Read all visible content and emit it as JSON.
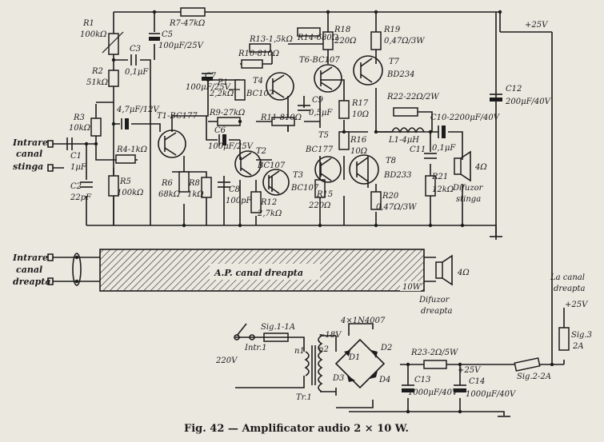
{
  "caption": "Fig. 42 — Amplificator audio 2 × 10 W.",
  "labels": {
    "r1": "R1",
    "r1v": "100kΩ",
    "r7": "R7-47kΩ",
    "c5": "C5",
    "c5v": "100μF/25V",
    "c3": "C3",
    "c3v": "0,1μF",
    "r2": "R2",
    "r2v": "51kΩ",
    "c4": "4,7μF/12V",
    "r3": "R3",
    "r3v": "10kΩ",
    "c1": "C1",
    "c1v": "1μF",
    "c2": "C2",
    "c2v": "22pF",
    "r4": "R4-1kΩ",
    "r5": "R5",
    "r5v": "100kΩ",
    "t1": "T1-BC177",
    "r6": "R6",
    "r6v": "68kΩ",
    "r8": "R8",
    "r8v": "1kΩ",
    "c6": "C6",
    "c6v": "100μF/25V",
    "c7": "C7",
    "c7v": "100μF/25V",
    "c8": "C8",
    "c8v": "100pF",
    "p1": "P1",
    "p1v": "2,2kΩ",
    "r9": "R9-27kΩ",
    "r10": "R10-810Ω",
    "r11": "R11-810Ω",
    "r12": "R12",
    "r12v": "2,7kΩ",
    "r13": "R13-1,5kΩ",
    "r14": "R14-680Ω",
    "t2": "T2",
    "t2t": "BC107",
    "t3": "T3",
    "t3t": "BC107",
    "t4": "T4",
    "t4t": "BC107",
    "c9": "C9",
    "c9v": "0,5μF",
    "t6": "T6-BC107",
    "r18": "R18",
    "r18v": "220Ω",
    "r19": "R19",
    "r19v": "0,47Ω/3W",
    "t7": "T7",
    "t7t": "BD234",
    "r17": "R17",
    "r17v": "10Ω",
    "t5": "T5",
    "t5t": "BC177",
    "r16": "R16",
    "r16v": "10Ω",
    "r15": "R15",
    "r15v": "220Ω",
    "t8": "T8",
    "t8t": "BD233",
    "r20": "R20",
    "r20v": "0,47Ω/3W",
    "r22": "R22-22Ω/2W",
    "c10": "C10-2200μF/40V",
    "l1": "L1-4μH",
    "c11": "C11",
    "c11v": "0,1μF",
    "r21": "R21",
    "r21v": "12kΩ",
    "spk_l": "4Ω",
    "spk_l_name1": "Difuzor",
    "spk_l_name2": "stinga",
    "c12": "C12",
    "c12v": "200μF/40V",
    "vplus_top": "+25V",
    "in_l1": "Intrare",
    "in_l2": "canal",
    "in_l3": "stinga",
    "in_r1": "Intrare",
    "in_r2": "canal",
    "in_r3": "dreapta",
    "ap_box": "A.P. canal dreapta",
    "ap_power": "10W",
    "spk_r": "4Ω",
    "spk_r_name1": "Difuzor",
    "spk_r_name2": "dreapta",
    "to_r1": "La canal",
    "to_r2": "dreapta",
    "vplus_right": "+25V",
    "sig3": "Sig.3",
    "sig3v": "2A",
    "sig1": "Sig.1-1A",
    "intr": "Intr.1",
    "mains": "220V",
    "n1": "n1",
    "n2": "n2",
    "v18": "~18V",
    "tr1": "Tr.1",
    "bridge": "4×1N4007",
    "d1": "D1",
    "d2": "D2",
    "d3": "D3",
    "d4": "D4",
    "r23": "R23-2Ω/5W",
    "vplus_ps": "+25V",
    "c13": "C13",
    "c13v": "1000μF/40V",
    "c14": "C14",
    "c14v": "1000μF/40V",
    "sig2": "Sig.2-2A"
  }
}
